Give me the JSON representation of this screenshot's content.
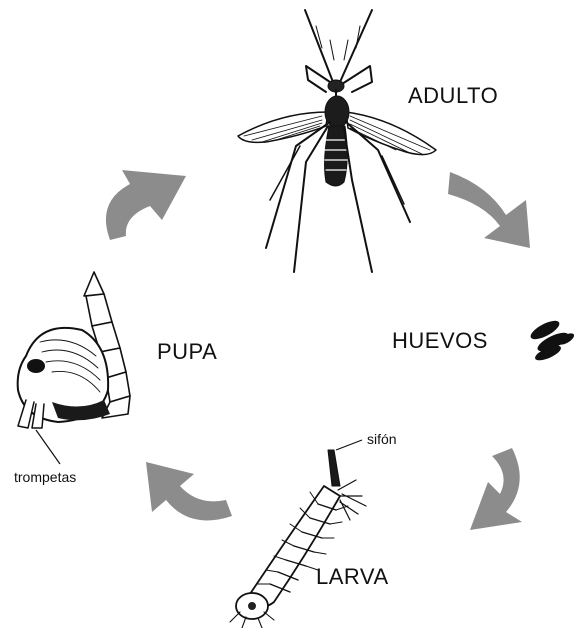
{
  "diagram": {
    "stages": {
      "adult": "ADULTO",
      "eggs": "HUEVOS",
      "larva": "LARVA",
      "pupa": "PUPA"
    },
    "annotations": {
      "siphon": "sifón",
      "trumpets": "trompetas"
    },
    "colors": {
      "arrow": "#8c8c8c",
      "ink": "#111111",
      "background": "#ffffff"
    }
  }
}
